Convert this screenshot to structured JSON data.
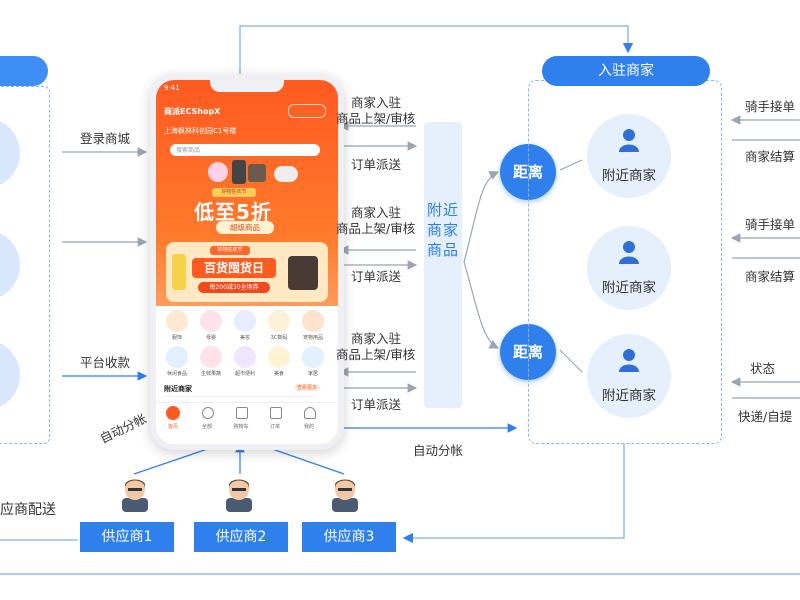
{
  "left_flows": {
    "login": "登录商城",
    "payment": "平台收款",
    "supplier_delivery": "应商配送"
  },
  "phone": {
    "status_time": "9:41",
    "app_title": "商派ECShopX",
    "location": "上海枫林科创园C1号楼",
    "search_placeholder": "搜索商品",
    "promo_tag": "好物狂欢节",
    "promo_headline": "低至5折",
    "promo_button": "超级商品",
    "card_tag": "好物狂欢节",
    "card_title": "百货囤货日",
    "card_subtitle": "每200减30全场券",
    "categories": [
      "服饰",
      "母婴",
      "美妆",
      "3C数码",
      "宠物用品",
      "休闲食品",
      "生鲜果蔬",
      "超市便利",
      "美食",
      "家居"
    ],
    "nearby_title": "附近商家",
    "nearby_more": "查看更多",
    "tabs": [
      "首页",
      "全部",
      "购物车",
      "订单",
      "我的"
    ]
  },
  "auto_split_left": "自动分帐",
  "auto_split_bottom": "自动分帐",
  "middle_flows": [
    {
      "line1": "商家入驻",
      "line2": "商品上架/审核",
      "dispatch": "订单派送"
    },
    {
      "line1": "商家入驻",
      "line2": "商品上架/审核",
      "dispatch": "订单派送"
    },
    {
      "line1": "商家入驻",
      "line2": "商品上架/审核",
      "dispatch": "订单派送"
    }
  ],
  "middle_bar": "附近商家商品",
  "distance_label": "距离",
  "merchants": {
    "title": "入驻商家",
    "items": [
      "附近商家",
      "附近商家",
      "附近商家"
    ]
  },
  "right_flows": [
    {
      "top": "骑手接单",
      "bottom": "商家结算"
    },
    {
      "top": "骑手接单",
      "bottom": "商家结算"
    },
    {
      "top": "状态",
      "bottom": "快递/自提"
    }
  ],
  "suppliers": [
    "供应商1",
    "供应商2",
    "供应商3"
  ],
  "colors": {
    "primary": "#2f80ed",
    "light_blue": "#e6f0fd",
    "phone_orange": "#ff5a21",
    "line": "#a9c7ef"
  }
}
